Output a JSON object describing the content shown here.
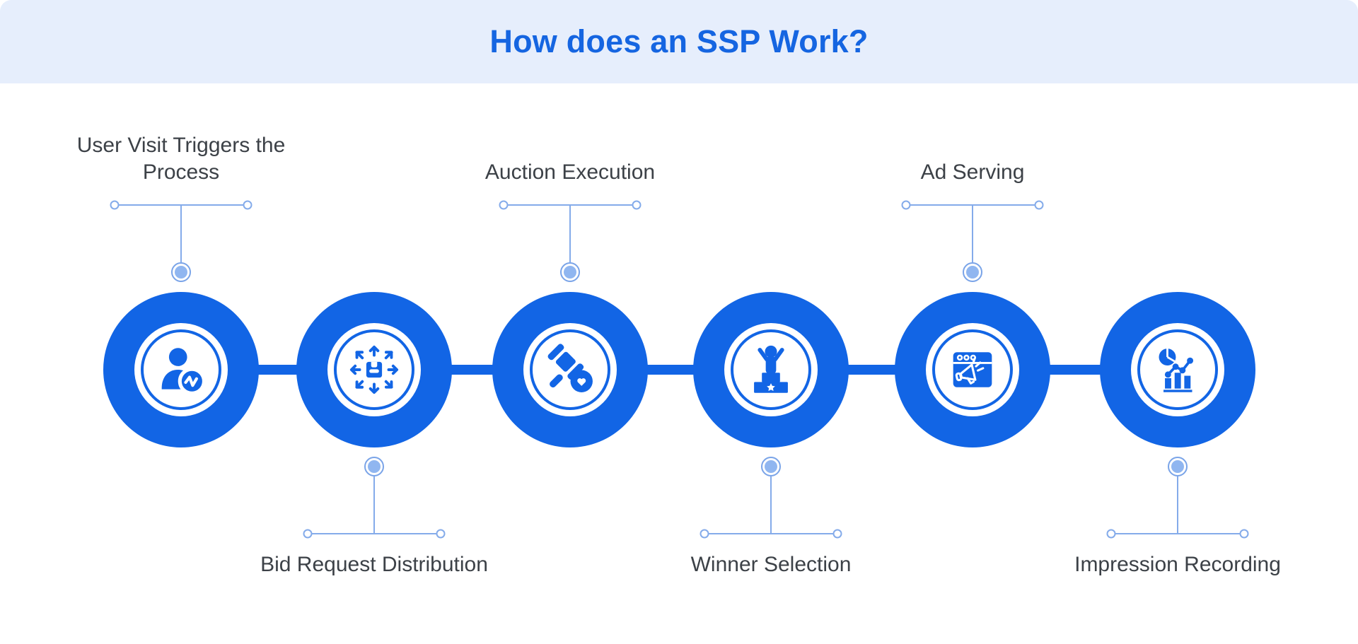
{
  "title": "How does an SSP Work?",
  "colors": {
    "primary_blue": "#1265E5",
    "light_blue_line": "#84ABEA",
    "connector_dot_fill": "#90B6F0",
    "banner_background": "#E6EEFC",
    "title_color": "#1565E1",
    "label_color": "#3C4147"
  },
  "steps": [
    {
      "order": 1,
      "label": "User Visit Triggers the Process",
      "label_position": "top",
      "icon": "user-activity-icon"
    },
    {
      "order": 2,
      "label": "Bid Request Distribution",
      "label_position": "bottom",
      "icon": "package-distribution-icon"
    },
    {
      "order": 3,
      "label": "Auction Execution",
      "label_position": "top",
      "icon": "auction-gavel-icon"
    },
    {
      "order": 4,
      "label": "Winner Selection",
      "label_position": "bottom",
      "icon": "winner-podium-icon"
    },
    {
      "order": 5,
      "label": "Ad Serving",
      "label_position": "top",
      "icon": "browser-megaphone-icon"
    },
    {
      "order": 6,
      "label": "Impression Recording",
      "label_position": "bottom",
      "icon": "analytics-chart-icon"
    }
  ]
}
